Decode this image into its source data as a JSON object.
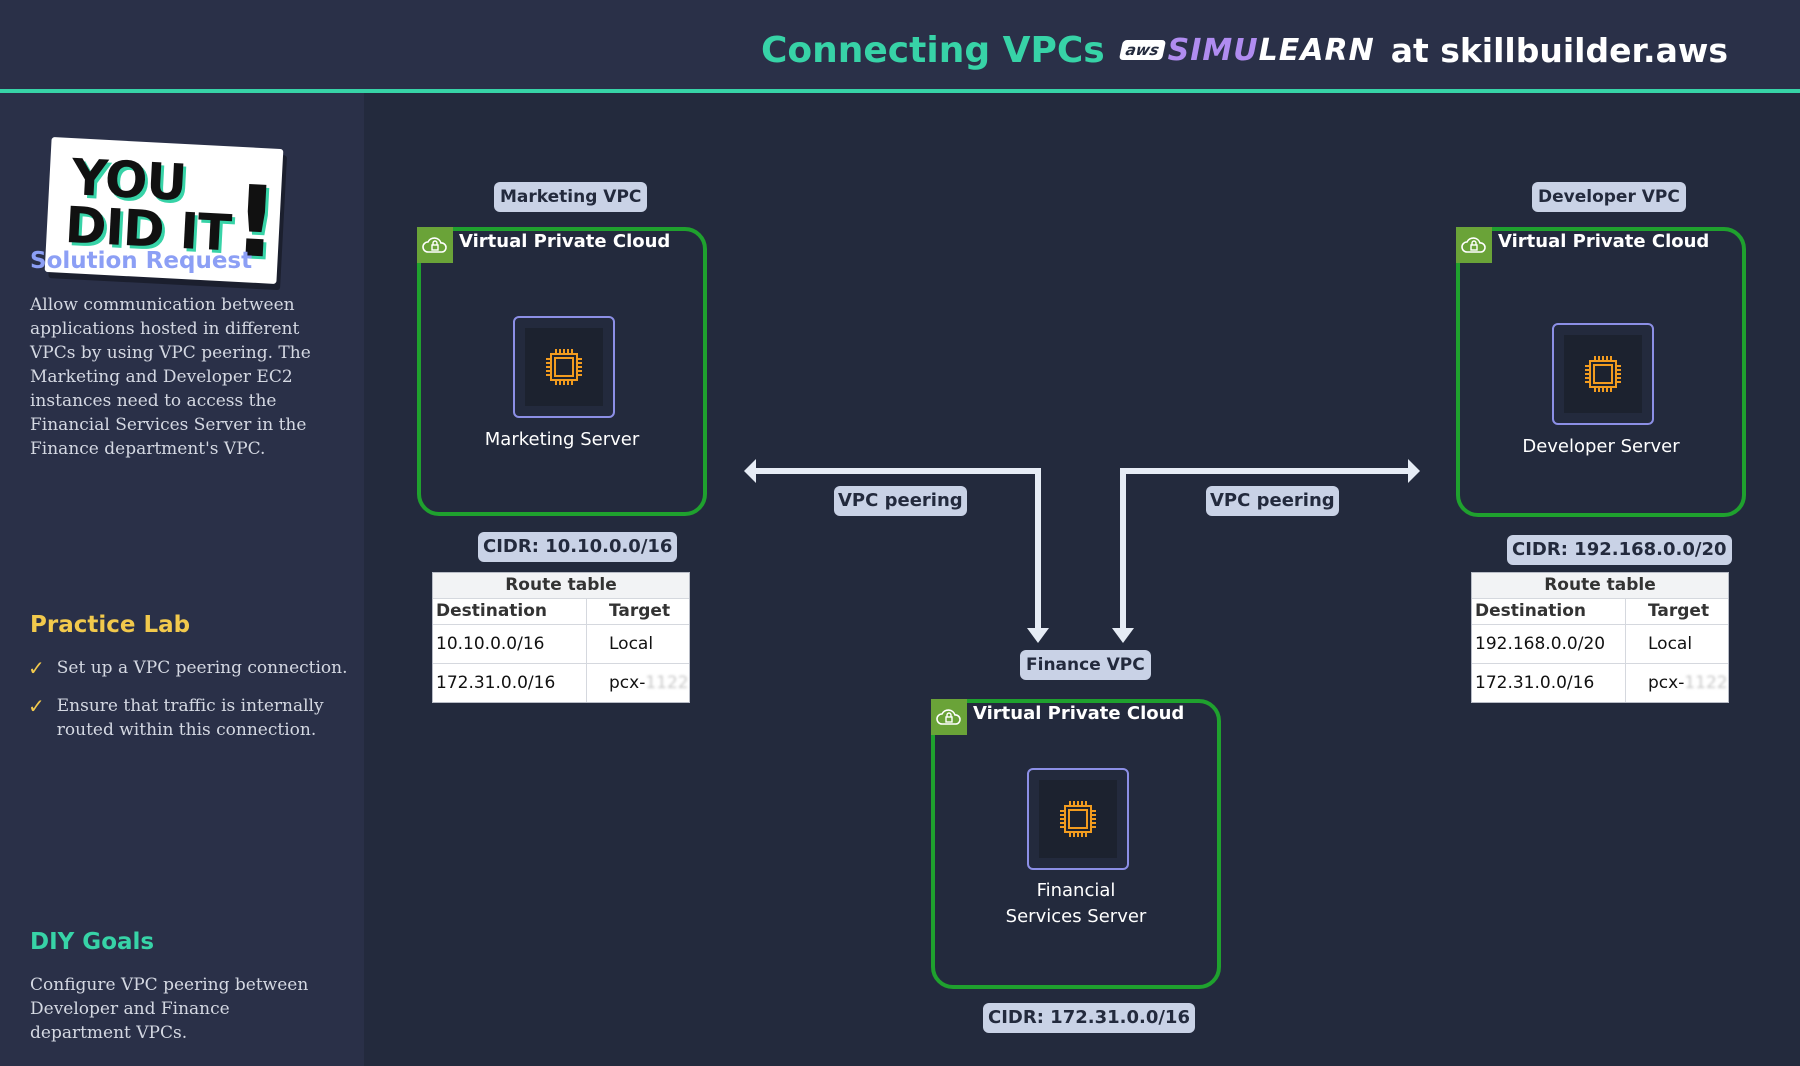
{
  "header": {
    "title": "Connecting VPCs",
    "brand_aws": "aws",
    "brand_simu": "SIMU",
    "brand_learn": "LEARN",
    "url": "at skillbuilder.aws"
  },
  "badge": {
    "line1": "YOU",
    "line2": "DID IT",
    "bang": "!"
  },
  "sidebar": {
    "solution": {
      "title": "Solution Request",
      "text": "Allow communication between applications hosted in different VPCs by using VPC peering. The Marketing and Developer EC2 instances need to access the Financial Services Server in the Finance department's VPC."
    },
    "practice": {
      "title": "Practice Lab",
      "items": [
        "Set up a VPC peering connection.",
        "Ensure that traffic is internally routed within this connection."
      ]
    },
    "diy": {
      "title": "DIY Goals",
      "text": "Configure VPC peering between Developer and Finance department VPCs."
    }
  },
  "colors": {
    "accent": "#37d3a7",
    "solution_title": "#8c9ff5",
    "practice_title": "#f2c94c",
    "diy_title": "#37d3a7",
    "vpc_border": "#1fa12e",
    "cloud_icon_bg": "#6aa338",
    "chip_orange": "#f29c1f"
  },
  "diagram": {
    "vpc_box_title": "Virtual Private Cloud",
    "peering_label": "VPC peering",
    "marketing": {
      "label": "Marketing VPC",
      "server": "Marketing Server",
      "cidr": "CIDR: 10.10.0.0/16",
      "route_table": {
        "title": "Route table",
        "headers": [
          "Destination",
          "Target"
        ],
        "rows": [
          [
            "10.10.0.0/16",
            "Local"
          ],
          [
            "172.31.0.0/16",
            "pcx-"
          ]
        ]
      }
    },
    "developer": {
      "label": "Developer VPC",
      "server": "Developer Server",
      "cidr": "CIDR: 192.168.0.0/20",
      "route_table": {
        "title": "Route table",
        "headers": [
          "Destination",
          "Target"
        ],
        "rows": [
          [
            "192.168.0.0/20",
            "Local"
          ],
          [
            "172.31.0.0/16",
            "pcx-"
          ]
        ]
      }
    },
    "finance": {
      "label": "Finance VPC",
      "server_line1": "Financial",
      "server_line2": "Services Server",
      "cidr": "CIDR: 172.31.0.0/16"
    }
  }
}
